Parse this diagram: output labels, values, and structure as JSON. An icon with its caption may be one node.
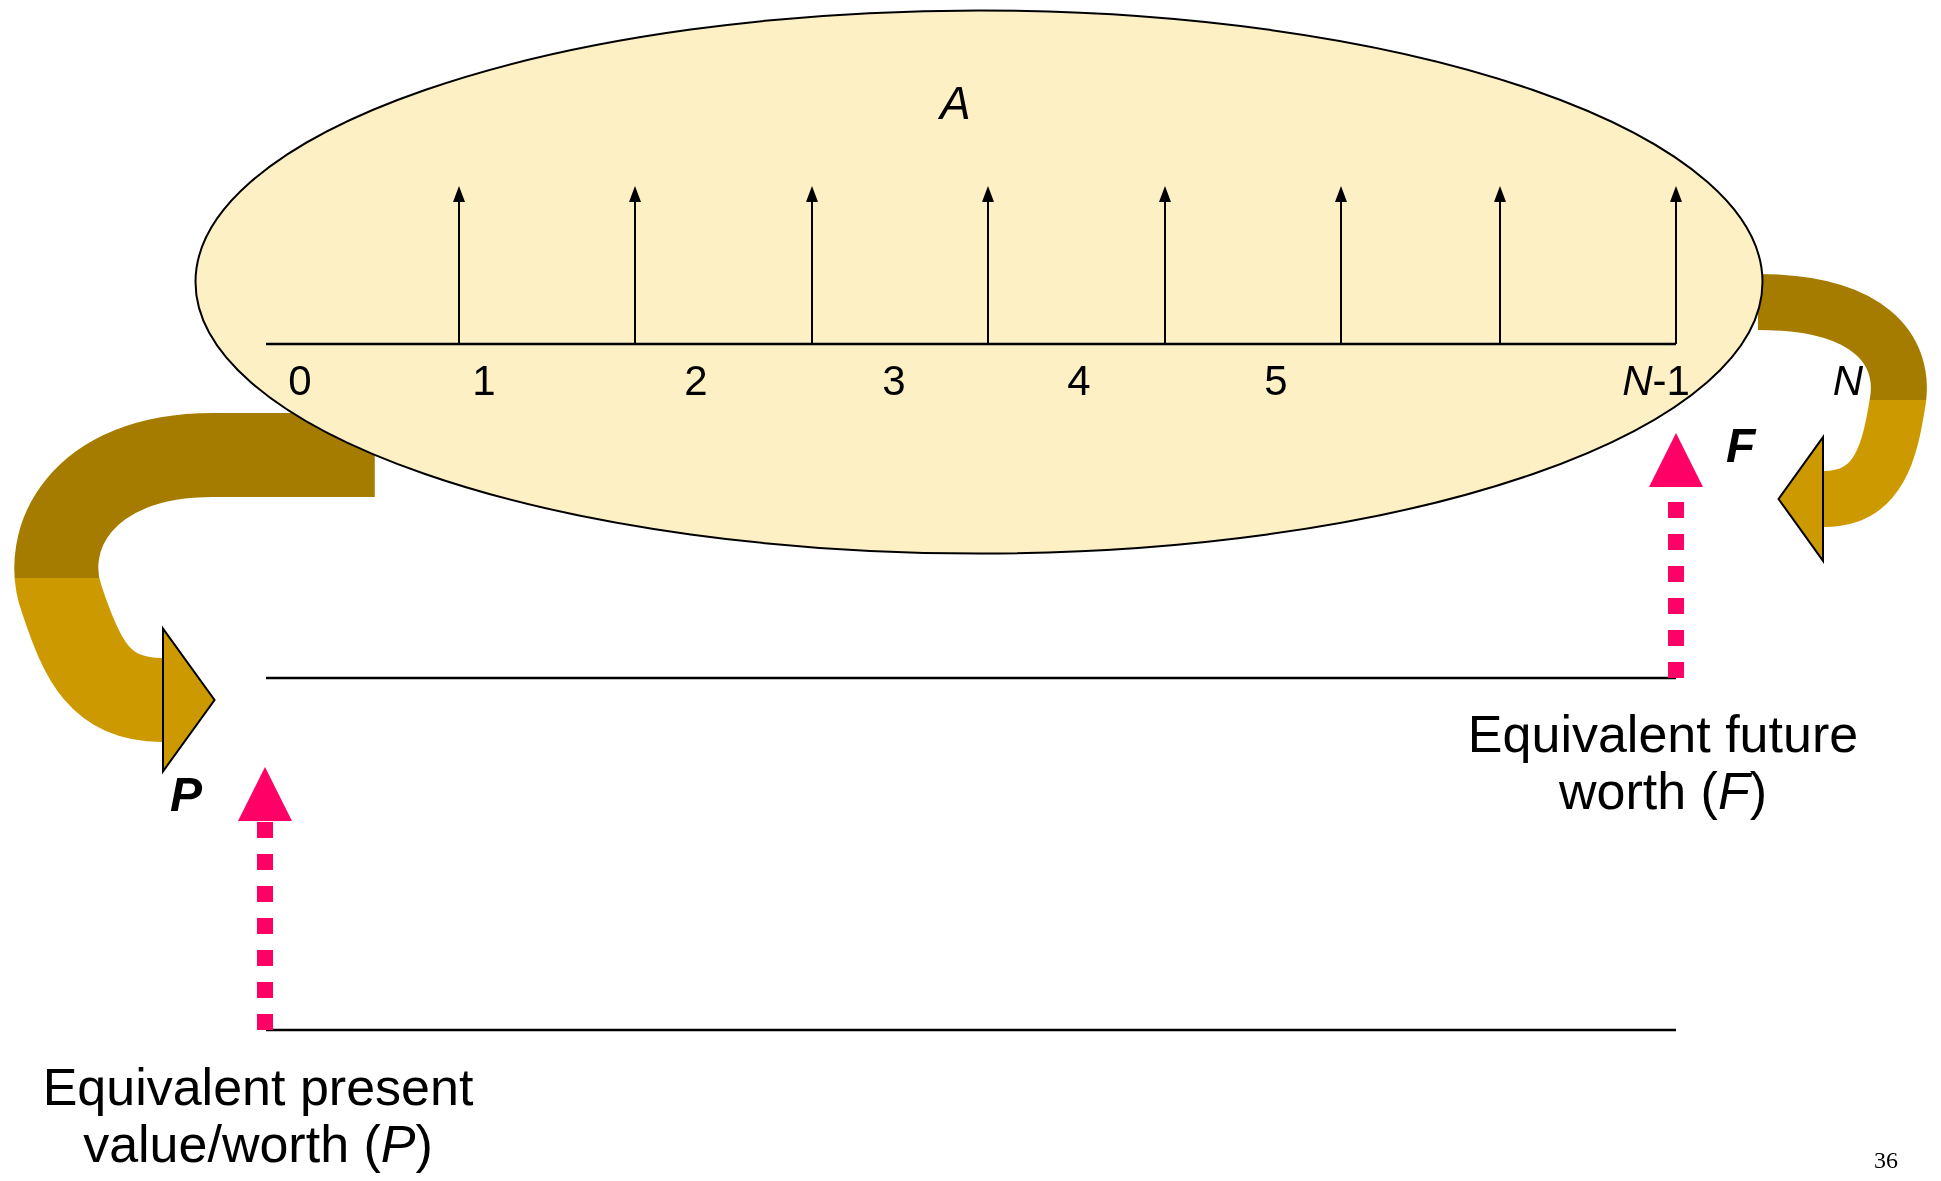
{
  "diagram": {
    "nodes": [
      {
        "text": [
          "A"
        ]
      },
      {
        "text": [
          "P"
        ]
      },
      {
        "text": [
          "F"
        ]
      }
    ],
    "edges": [
      {
        "from": 0,
        "to": 1,
        "arrow": "to",
        "style": "thick",
        "color": "#cc9900"
      },
      {
        "from": 0,
        "to": 2,
        "arrow": "to",
        "style": "thick",
        "color": "#cc9900"
      }
    ],
    "labels": [
      "0",
      "1",
      "2",
      "3",
      "4",
      "5",
      "*N*-1",
      "N",
      "Equivalent future worth (*F*)",
      "Equivalent present value/worth (*P*)",
      "36"
    ]
  }
}
